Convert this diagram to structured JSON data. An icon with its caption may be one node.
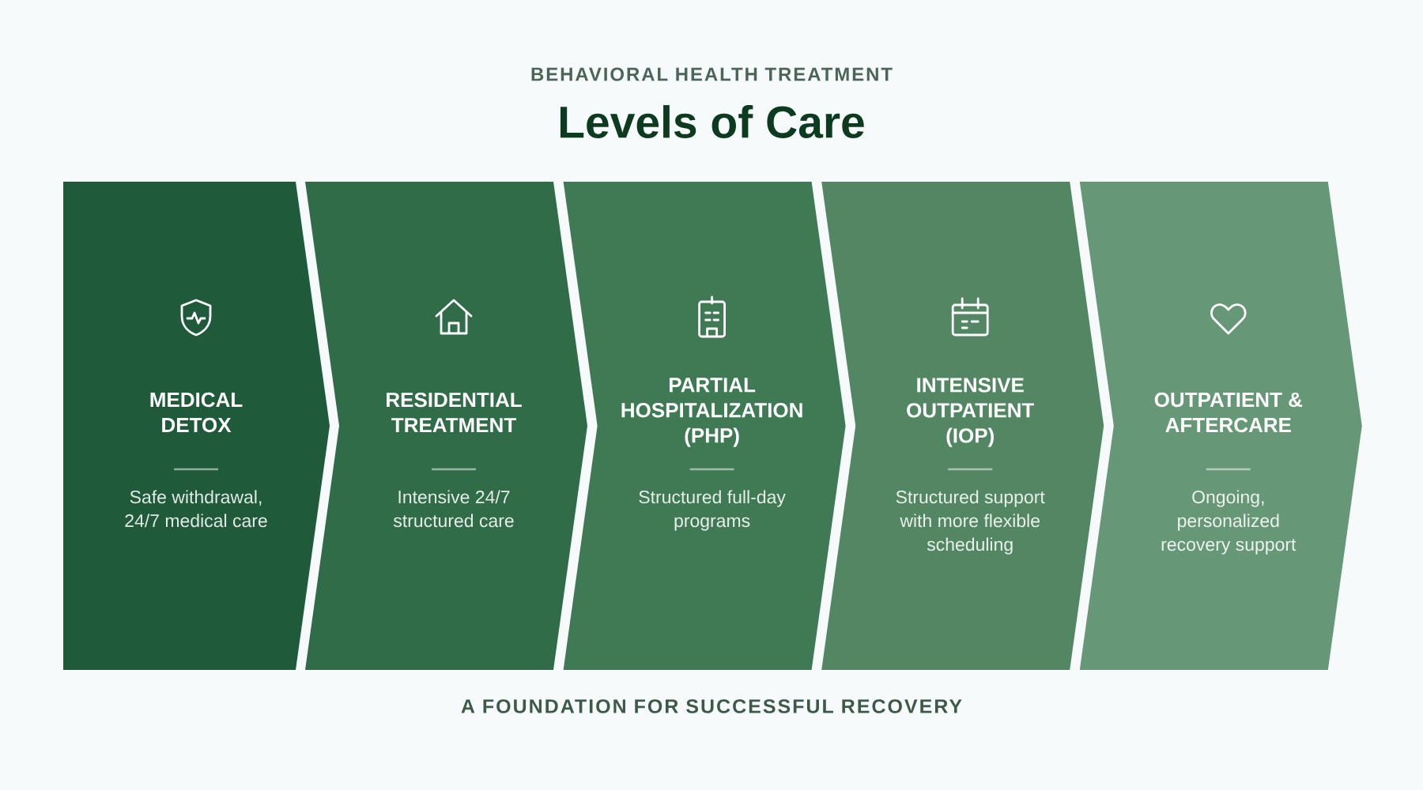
{
  "diagram": {
    "title": "Levels of Care",
    "caption": "A FOUNDATION FOR SUCCESSFUL RECOVERY",
    "nodes": [
      {
        "text": [
          "MEDICAL DETOX",
          "Safe withdrawal, 24/7 medical care"
        ]
      },
      {
        "text": [
          "RESIDENTIAL TREATMENT",
          "Intensive 24/7 structured care"
        ]
      },
      {
        "text": [
          "PARTIAL HOSPITALIZATION (PHP)",
          "Structured full-day programs"
        ]
      },
      {
        "text": [
          "INTENSIVE OUTPATIENT (IOP)",
          "Structured support with more flexible scheduling"
        ]
      },
      {
        "text": [
          "OUTPATIENT & AFTERCARE",
          "Ongoing, personalized recovery support"
        ]
      }
    ],
    "labels": [
      "BEHAVIORAL HEALTH TREATMENT"
    ]
  }
}
